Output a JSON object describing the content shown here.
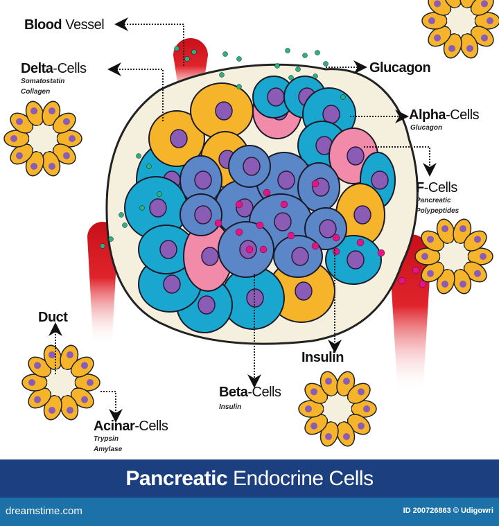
{
  "labels": {
    "blood_vessel": {
      "bold": "Blood",
      "rest": " Vessel"
    },
    "delta": {
      "bold": "Delta",
      "rest": "-Cells",
      "sub": [
        "Somatostatin",
        "Collagen"
      ]
    },
    "glucagon": {
      "bold": "Glucagon"
    },
    "alpha": {
      "bold": "Alpha",
      "rest": "-Cells",
      "sub": [
        "Glucagon"
      ]
    },
    "f_cells": {
      "bold": "F",
      "rest": "-Cells",
      "sub": [
        "Pancreatic",
        "Polypeptides"
      ]
    },
    "duct": {
      "bold": "Duct"
    },
    "insulin": {
      "bold": "Insulin"
    },
    "beta": {
      "bold": "Beta",
      "rest": "-Cells",
      "sub": [
        "Insulin"
      ]
    },
    "acinar": {
      "bold": "Acinar",
      "rest": "-Cells",
      "sub": [
        "Trypsin",
        "Amylase"
      ]
    }
  },
  "banner": {
    "bold": "Pancreatic",
    "rest": " Endocrine Cells"
  },
  "footer": {
    "brand": "dreamstime.com",
    "credit": "ID 200726863 © Udigowri"
  },
  "colors": {
    "alpha": "#19a7cf",
    "delta": "#f6b42a",
    "f": "#f28aa9",
    "beta": "#5b87c8",
    "nucleus": "#8b5cb6",
    "vessel": "#d6141c",
    "glucagon_granule": "#2cb37a",
    "insulin_granule": "#e0158a"
  }
}
